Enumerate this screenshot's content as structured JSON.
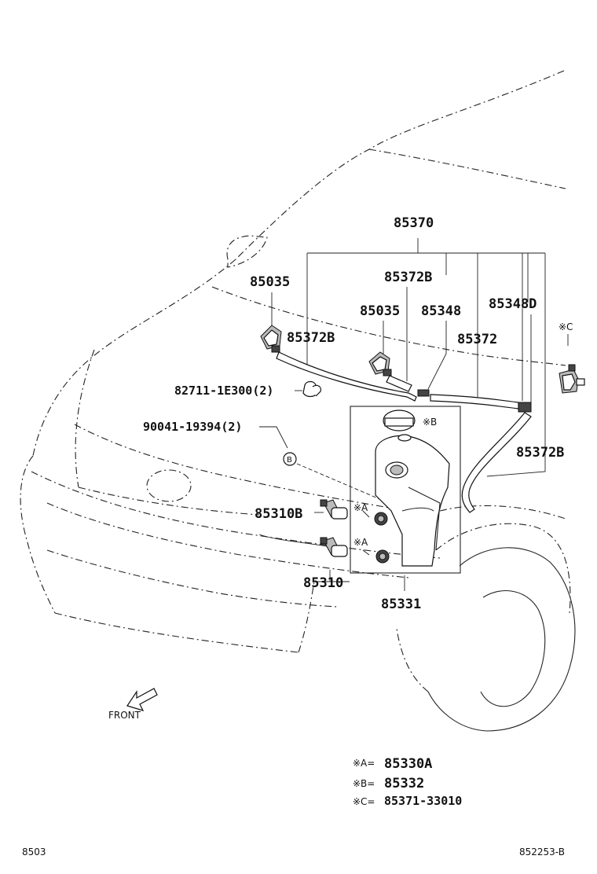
{
  "labels": {
    "assy_85370": "85370",
    "nozzle_left": "85035",
    "hose_85372b_top": "85372B",
    "nozzle_center": "85035",
    "joint_85348": "85348",
    "joint_85348d": "85348D",
    "hose_85372b_left": "85372B",
    "hose_85372": "85372",
    "clip_82711": "82711-1E300(2)",
    "clip_90041": "90041-19394(2)",
    "hose_85372b_right": "85372B",
    "motor_85310b": "85310B",
    "motor_85310": "85310",
    "tank_85331": "85331",
    "mark_a1": "※A",
    "mark_a2": "※A",
    "mark_b": "※B",
    "mark_c": "※C",
    "mark_circle_b": "B",
    "front_label": "FRONT"
  },
  "legend": [
    {
      "key": "※A=",
      "value": "85330A"
    },
    {
      "key": "※B=",
      "value": "85332"
    },
    {
      "key": "※C=",
      "value": "85371-33010"
    }
  ],
  "footer": {
    "left_code": "8503",
    "right_code": "852253-B"
  }
}
